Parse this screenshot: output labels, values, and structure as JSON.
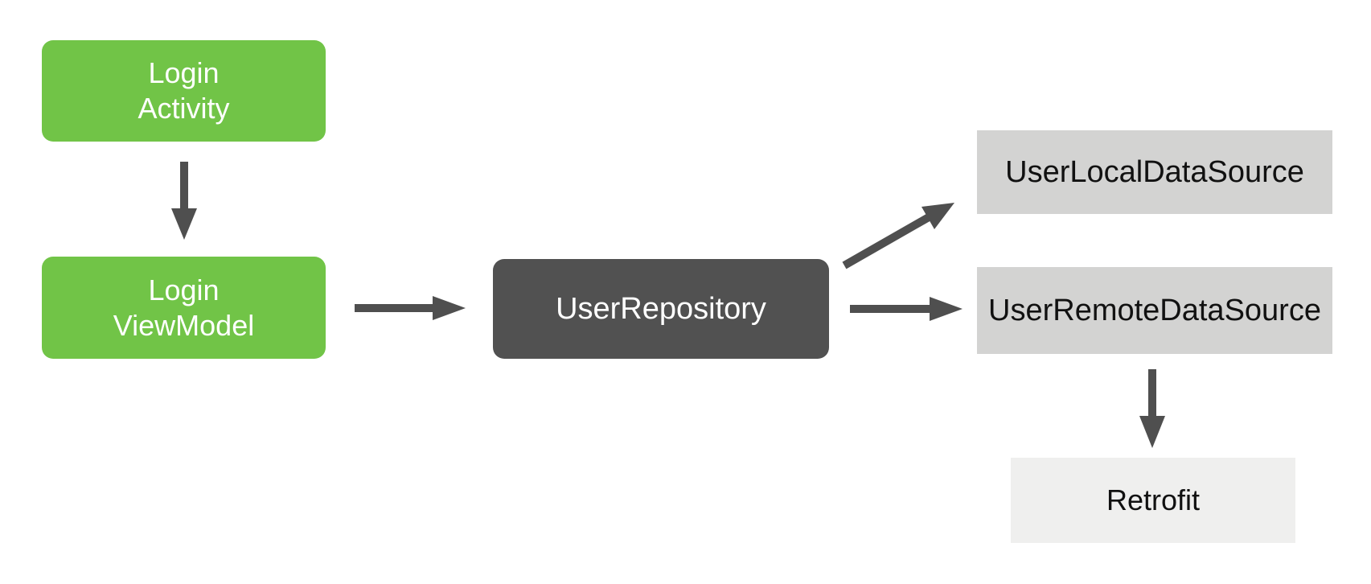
{
  "diagram": {
    "title": "Android app architecture diagram",
    "background_color": "#ffffff",
    "arrow_color": "#4f4f4f",
    "colors": {
      "ui_layer_green": "#71c447",
      "repository_dark_gray": "#515151",
      "datasource_light_gray": "#d3d3d2",
      "retrofit_pale_gray": "#efefee",
      "light_node_text": "#111111",
      "dark_node_text": "#ffffff"
    },
    "nodes": {
      "login_activity": {
        "label": "Login\nActivity"
      },
      "login_viewmodel": {
        "label": "Login\nViewModel"
      },
      "user_repository": {
        "label": "UserRepository"
      },
      "user_local_datasource": {
        "label": "UserLocalDataSource"
      },
      "user_remote_datasource": {
        "label": "UserRemoteDataSource"
      },
      "retrofit": {
        "label": "Retrofit"
      }
    },
    "edges": [
      {
        "from": "login_activity",
        "to": "login_viewmodel",
        "direction": "down"
      },
      {
        "from": "login_viewmodel",
        "to": "user_repository",
        "direction": "right"
      },
      {
        "from": "user_repository",
        "to": "user_local_datasource",
        "direction": "up-right"
      },
      {
        "from": "user_repository",
        "to": "user_remote_datasource",
        "direction": "right"
      },
      {
        "from": "user_remote_datasource",
        "to": "retrofit",
        "direction": "down"
      }
    ]
  }
}
